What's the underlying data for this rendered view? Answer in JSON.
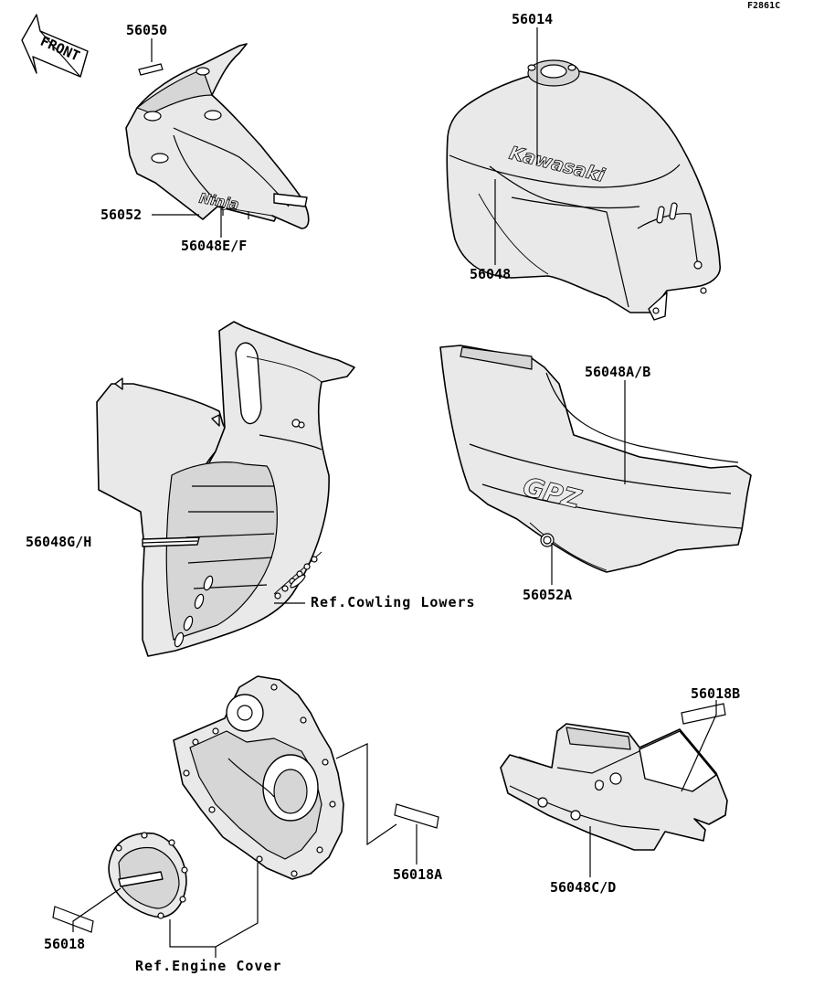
{
  "diagram_code": "F2861C",
  "front_arrow": {
    "text": "FRONT",
    "icon": "front-arrow-icon"
  },
  "labels": {
    "p56050": "56050",
    "p56052": "56052",
    "p56048ef": "56048E/F",
    "p56014": "56014",
    "p56048": "56048",
    "p56048ab": "56048A/B",
    "p56048gh": "56048G/H",
    "p56052a": "56052A",
    "p56018b": "56018B",
    "p56018a": "56018A",
    "p56048cd": "56048C/D",
    "p56018": "56018"
  },
  "refs": {
    "cowling_lowers": "Ref.Cowling Lowers",
    "engine_cover": "Ref.Engine Cover"
  },
  "decals": {
    "tank_logo": "Kawasaki",
    "side_cover_logo": "GPZ",
    "fairing_logo": "Ninja"
  }
}
